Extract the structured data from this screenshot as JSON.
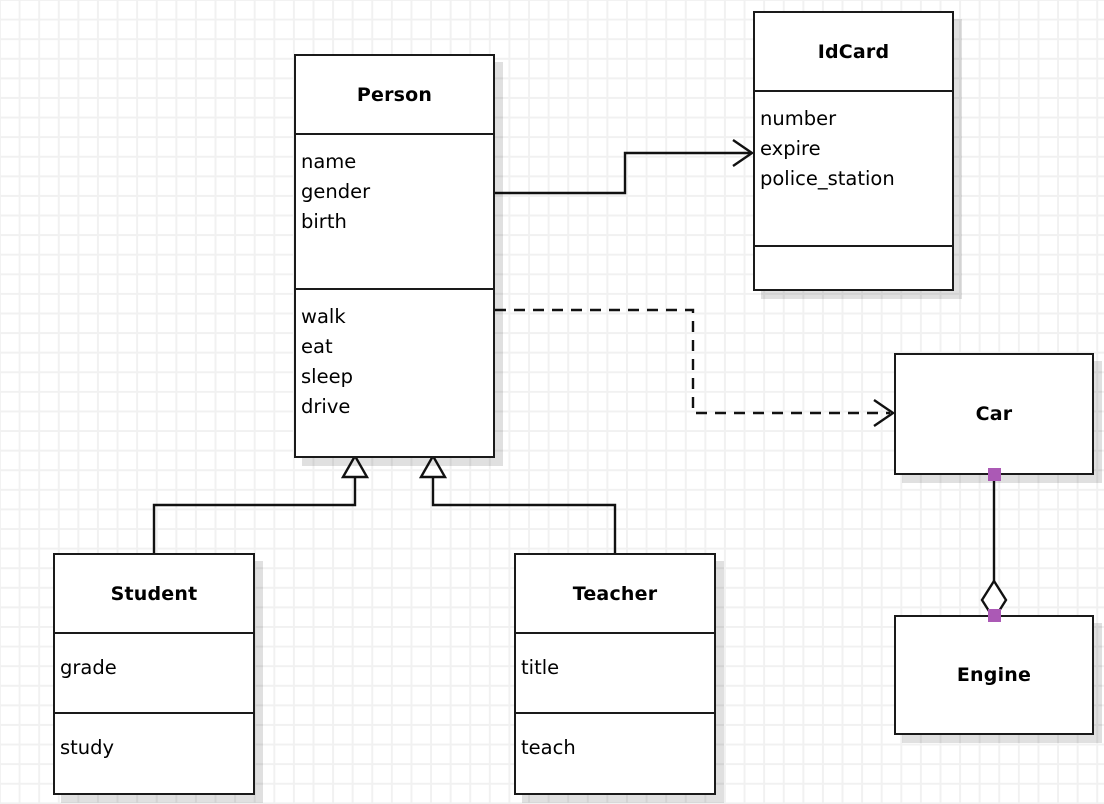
{
  "diagram": {
    "type": "uml-class-diagram",
    "background": "grid",
    "classes": [
      {
        "id": "person",
        "name": "Person",
        "attributes": [
          "name",
          "gender",
          "birth"
        ],
        "methods": [
          "walk",
          "eat",
          "sleep",
          "drive"
        ]
      },
      {
        "id": "idcard",
        "name": "IdCard",
        "attributes": [
          "number",
          "expire",
          "police_station"
        ],
        "methods": []
      },
      {
        "id": "student",
        "name": "Student",
        "attributes": [
          "grade"
        ],
        "methods": [
          "study"
        ]
      },
      {
        "id": "teacher",
        "name": "Teacher",
        "attributes": [
          "title"
        ],
        "methods": [
          "teach"
        ]
      },
      {
        "id": "car",
        "name": "Car",
        "attributes": [],
        "methods": []
      },
      {
        "id": "engine",
        "name": "Engine",
        "attributes": [],
        "methods": []
      }
    ],
    "relations": [
      {
        "id": "person-idcard",
        "kind": "association",
        "from": "Person",
        "to": "IdCard",
        "line": "solid",
        "arrow": "open"
      },
      {
        "id": "person-car",
        "kind": "dependency",
        "from": "Person",
        "to": "Car",
        "line": "dashed",
        "arrow": "open"
      },
      {
        "id": "student-person",
        "kind": "generalization",
        "from": "Student",
        "to": "Person",
        "line": "solid",
        "arrow": "hollow-triangle"
      },
      {
        "id": "teacher-person",
        "kind": "generalization",
        "from": "Teacher",
        "to": "Person",
        "line": "solid",
        "arrow": "hollow-triangle"
      },
      {
        "id": "car-engine",
        "kind": "aggregation",
        "from": "Car",
        "to": "Engine",
        "line": "solid",
        "arrow": "hollow-diamond",
        "selected": true
      }
    ],
    "colors": {
      "stroke": "#111111",
      "fill": "#ffffff",
      "grid": "#f1f1f1",
      "shadow": "#d8d8d8",
      "selection_handle": "#ab59b5"
    }
  }
}
